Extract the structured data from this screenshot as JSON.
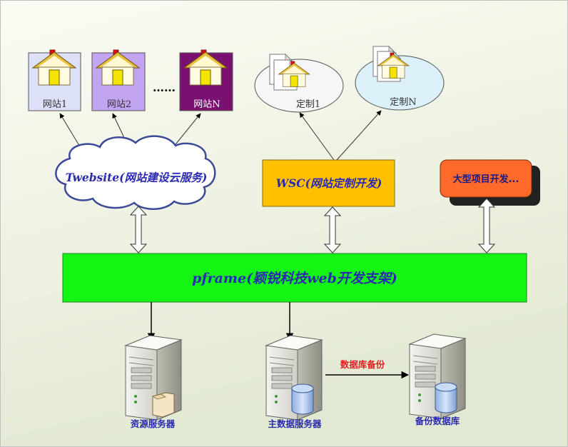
{
  "colors": {
    "background_gradient_start": "#fbfcf4",
    "background_gradient_end": "#e2e9d2",
    "framework_bar": "#14f514",
    "framework_text": "#2a2ab0",
    "wsc_box": "#ffc000",
    "cloud_fill": "#ffffff",
    "cloud_stroke": "#3c4a98",
    "large_project_box": "#ff6a2a",
    "large_project_shadow": "#222222",
    "label_blue": "#2a2ab0",
    "backup_label_red": "#e02020",
    "site1_card": "#dde1f8",
    "site2_card": "#c2a4f0",
    "siteN_card": "#7a1070",
    "custom_ellipse_1": "#f6f6f6",
    "custom_ellipse_2": "#dcf0fa"
  },
  "websites": [
    {
      "label": "网站1",
      "icon": "house-icon"
    },
    {
      "label": "网站2",
      "icon": "house-icon"
    },
    {
      "label": "网站N",
      "icon": "house-icon"
    }
  ],
  "ellipsis": "……",
  "custom_sites": [
    {
      "label": "定制1",
      "icon": "document-house-icon"
    },
    {
      "label": "定制N",
      "icon": "document-house-icon"
    }
  ],
  "services": {
    "cloud": "Twebsite(网站建设云服务)",
    "wsc": "WSC(网站定制开发)",
    "large_project": "大型项目开发..."
  },
  "framework": "pframe(颖锐科技web开发支架)",
  "servers": [
    {
      "label": "资源服务器",
      "icon": "server-folder-icon"
    },
    {
      "label": "主数据服务器",
      "icon": "server-database-icon"
    },
    {
      "label": "备份数据库",
      "icon": "server-database-icon"
    }
  ],
  "backup_label": "数据库备份"
}
